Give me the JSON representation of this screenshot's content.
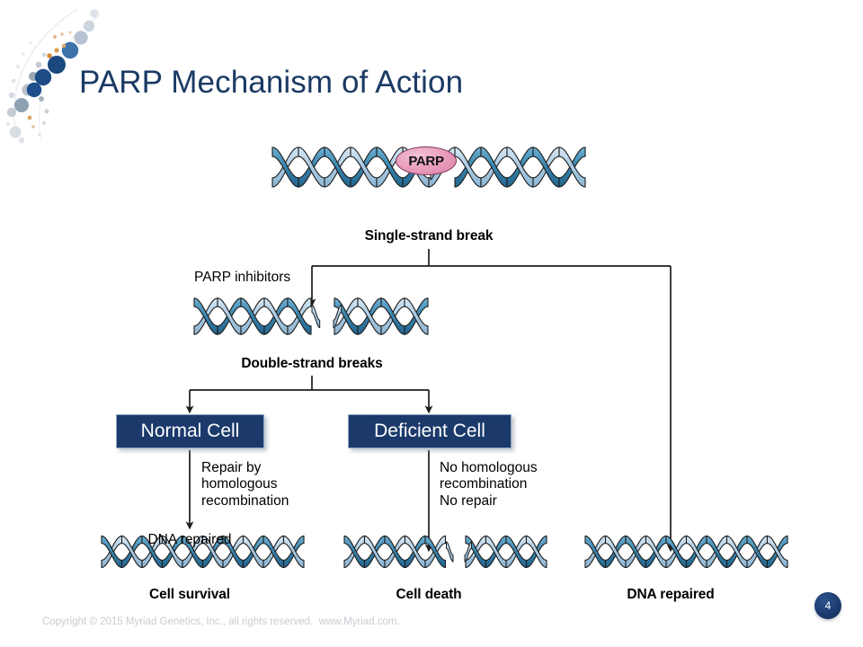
{
  "slide": {
    "title": "PARP Mechanism of Action",
    "number": "4",
    "footer": "Copyright © 2015 Myriad Genetics, Inc., all rights reserved.  www.Myriad.com.",
    "title_color": "#1b3a64",
    "background": "#ffffff"
  },
  "logo": {
    "name": "myriad-dot-helix-logo",
    "dot_colors": [
      "#1b4b86",
      "#2d6cae",
      "#7f93a8",
      "#b9c2cb",
      "#d8dde2",
      "#d98b3a"
    ]
  },
  "diagram": {
    "enzyme_tag": {
      "label": "PARP",
      "fill": "#e79ab9",
      "border": "#7d3457"
    },
    "dna_colors": {
      "dark_strand": "#2f7fa8",
      "light_strand": "#a8c9e2",
      "outline": "#1c1c1c"
    },
    "nodes": [
      {
        "id": "single-strand-break",
        "label": "Single-strand break",
        "style": "bold",
        "broken": true
      },
      {
        "id": "double-strand-breaks",
        "label": "Double-strand breaks",
        "style": "bold",
        "broken": true
      },
      {
        "id": "bottom-left-dna",
        "label": "Cell survival",
        "style": "bold",
        "broken": false
      },
      {
        "id": "bottom-middle-dna",
        "label": "Cell death",
        "style": "bold",
        "broken": true
      },
      {
        "id": "bottom-right-dna",
        "label": "DNA repaired",
        "style": "bold",
        "broken": false
      }
    ],
    "edge_labels": [
      {
        "id": "parp-inhibitors",
        "text": "PARP inhibitors"
      },
      {
        "id": "repair-by-hr",
        "text": "Repair by\nhomologous\nrecombination"
      },
      {
        "id": "no-hr-no-repair",
        "text": "No homologous\nrecombination\nNo repair"
      },
      {
        "id": "dna-repaired-left",
        "text": "DNA repaired"
      }
    ],
    "boxes": [
      {
        "id": "normal-cell",
        "label": "Normal Cell",
        "fill": "#1b3a6b",
        "text_color": "#ffffff"
      },
      {
        "id": "deficient-cell",
        "label": "Deficient Cell",
        "fill": "#1b3a6b",
        "text_color": "#ffffff"
      }
    ]
  }
}
